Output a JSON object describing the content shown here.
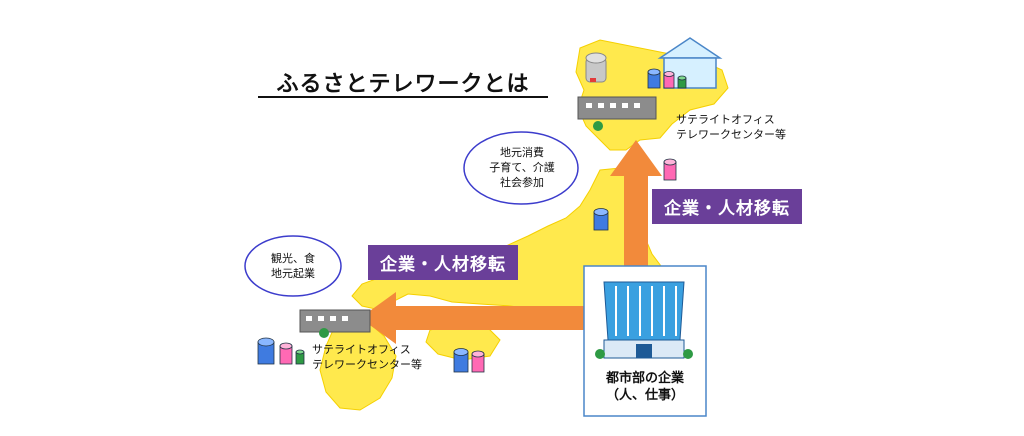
{
  "title": "ふるさとテレワークとは",
  "bubble_north": [
    "地元消費",
    "子育て、介護",
    "社会参加"
  ],
  "bubble_west": [
    "観光、食",
    "地元起業"
  ],
  "arrow_label_north": "企業・人材移転",
  "arrow_label_west": "企業・人材移転",
  "satellite_north": [
    "サテライトオフィス",
    "テレワークセンター等"
  ],
  "satellite_west": [
    "サテライトオフィス",
    "テレワークセンター等"
  ],
  "hq": [
    "都市部の企業",
    "（人、仕事）"
  ],
  "colors": {
    "map_fill": "#ffe94d",
    "arrow": "#f28a3b",
    "banner": "#6a3f99",
    "bubble_border": "#3c3ccc",
    "hq_border": "#4a86c8"
  }
}
